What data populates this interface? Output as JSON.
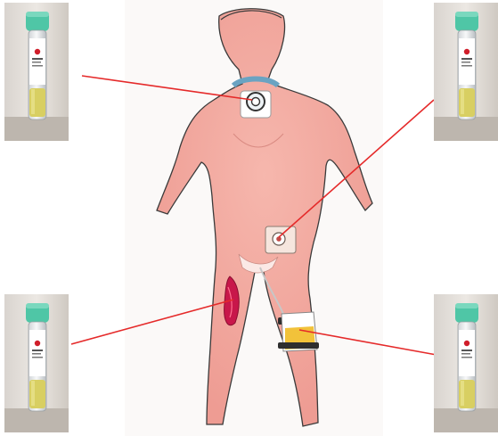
{
  "figure": {
    "leader_color": "#e52a2a",
    "skin_color": "#f2a9a0",
    "outline_color": "#3a3a3a",
    "tube_cap_color": "#4fc6a6",
    "tube_fluid_color": "#d8cf62",
    "wound_color": "#c8174a",
    "urine_color": "#f2c23a",
    "trach_color": "#6aa3c2"
  },
  "samples": [
    {
      "id": "tracheostomy",
      "icon": "blood-culture-tube-icon",
      "site": "tracheostomy"
    },
    {
      "id": "ostomy",
      "icon": "blood-culture-tube-icon",
      "site": "abdominal-stoma"
    },
    {
      "id": "wound",
      "icon": "blood-culture-tube-icon",
      "site": "thigh-wound"
    },
    {
      "id": "urine",
      "icon": "blood-culture-tube-icon",
      "site": "urine-bag"
    }
  ]
}
